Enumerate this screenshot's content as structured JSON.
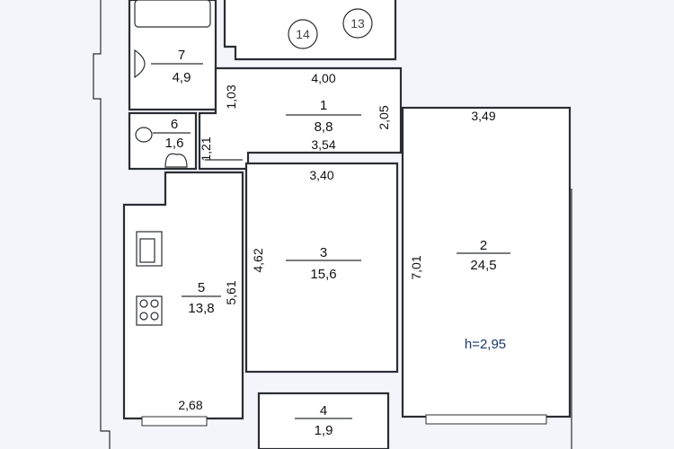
{
  "rooms": [
    {
      "number": "1",
      "area": "8,8"
    },
    {
      "number": "2",
      "area": "24,5"
    },
    {
      "number": "3",
      "area": "15,6"
    },
    {
      "number": "4",
      "area": "1,9"
    },
    {
      "number": "5",
      "area": "13,8"
    },
    {
      "number": "6",
      "area": "1,6"
    },
    {
      "number": "7",
      "area": "4,9"
    }
  ],
  "dimensions": {
    "r1_top": "4,00",
    "r1_bottom": "3,54",
    "r1_left": "1,03",
    "r1_right": "2,05",
    "r2_top": "3,49",
    "r2_left": "7,01",
    "r3_top": "3,40",
    "r3_left": "4,62",
    "r5_right": "5,61",
    "r5_bottom": "2,68",
    "r6_right": "1,21"
  },
  "markers": {
    "m14": "14",
    "m13": "13"
  },
  "ceiling_height": "h=2,95"
}
